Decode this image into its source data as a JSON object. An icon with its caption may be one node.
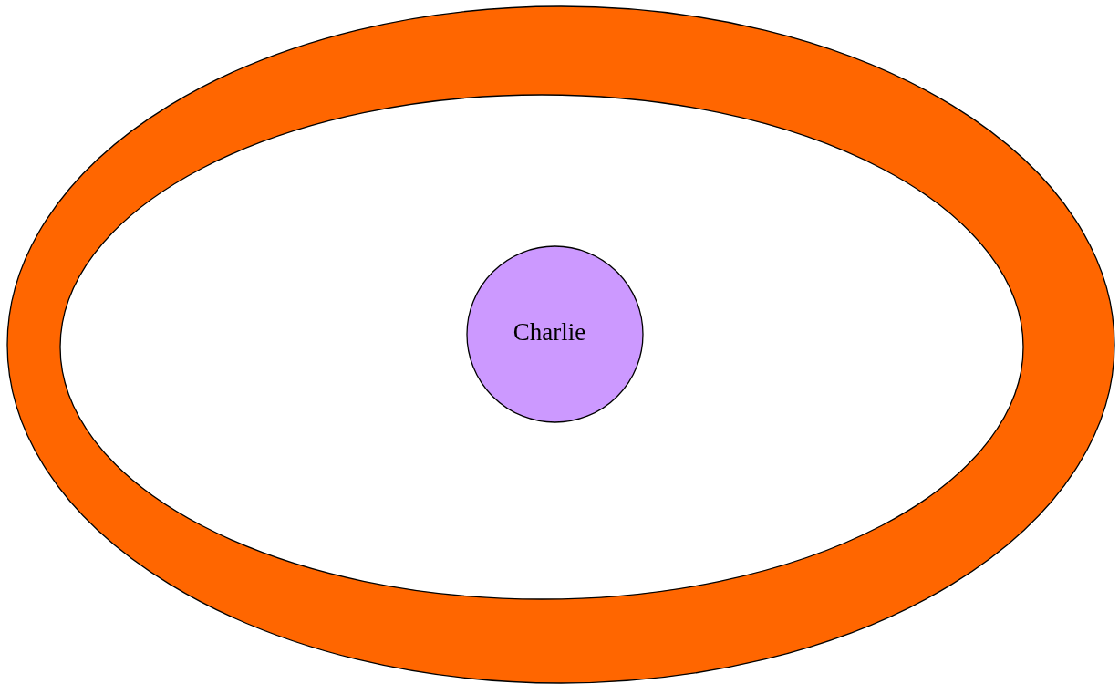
{
  "diagram": {
    "nodes": [
      {
        "text": [],
        "shape": "ellipse"
      },
      {
        "text": [],
        "shape": "ellipse",
        "in": 0
      },
      {
        "text": [
          "Charlie"
        ],
        "in": 1
      }
    ]
  }
}
